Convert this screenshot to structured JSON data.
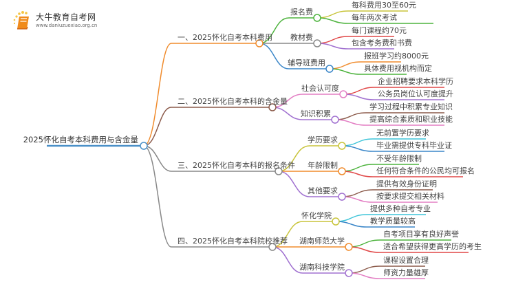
{
  "logo": {
    "title": "大牛教育自考网",
    "url": "www.daniuzuexiao.org.cn",
    "icon": "book-icon"
  },
  "mindmap": {
    "root": "2025怀化自考本科费用与含金量",
    "root_color": "#4a90c8",
    "branches": [
      {
        "label": "一、2025怀化自考本科费用",
        "color": "#f08b2c",
        "children": [
          {
            "label": "报名费",
            "color": "#4db33d",
            "leaves": [
              {
                "label": "每科费用30至60元",
                "color": "#c8c43a"
              },
              {
                "label": "每年两次考试",
                "color": "#4db33d"
              }
            ]
          },
          {
            "label": "教材费",
            "color": "#888888",
            "leaves": [
              {
                "label": "每门课程约70元",
                "color": "#e04646"
              },
              {
                "label": "包含考务费和书费",
                "color": "#a070d0"
              }
            ]
          },
          {
            "label": "辅导班费用",
            "color": "#3a86c8",
            "leaves": [
              {
                "label": "报班学习约8000元",
                "color": "#f08b2c"
              },
              {
                "label": "具体费用视机构而定",
                "color": "#4db33d"
              }
            ]
          }
        ]
      },
      {
        "label": "二、2025怀化自考本科的含金量",
        "color": "#8b5a4a",
        "children": [
          {
            "label": "社会认可度",
            "color": "#e37fc4",
            "leaves": [
              {
                "label": "企业招聘要求本科学历",
                "color": "#e04646"
              },
              {
                "label": "公务员岗位认可度提升",
                "color": "#a070d0"
              }
            ]
          },
          {
            "label": "知识积累",
            "color": "#a070d0",
            "leaves": [
              {
                "label": "学习过程中积累专业知识",
                "color": "#8b5a4a"
              },
              {
                "label": "提高综合素质和职业技能",
                "color": "#e37fc4"
              }
            ]
          }
        ]
      },
      {
        "label": "三、2025怀化自考本科的报名条件",
        "color": "#888888",
        "children": [
          {
            "label": "学历要求",
            "color": "#c8c43a",
            "leaves": [
              {
                "label": "无前置学历要求",
                "color": "#3cc4d8"
              },
              {
                "label": "毕业需提供专科毕业证",
                "color": "#3a86c8"
              }
            ]
          },
          {
            "label": "年龄限制",
            "color": "#f08b2c",
            "leaves": [
              {
                "label": "不受年龄限制",
                "color": "#4db33d"
              },
              {
                "label": "任何符合条件的公民均可报名",
                "color": "#e04646"
              }
            ]
          },
          {
            "label": "其他要求",
            "color": "#a070d0",
            "leaves": [
              {
                "label": "提供有效身份证明",
                "color": "#8b5a4a"
              },
              {
                "label": "按要求提交相关材料",
                "color": "#e37fc4"
              }
            ]
          }
        ]
      },
      {
        "label": "四、2025怀化自考本科院校推荐",
        "color": "#888888",
        "children": [
          {
            "label": "怀化学院",
            "color": "#c8c43a",
            "leaves": [
              {
                "label": "提供多种自考专业",
                "color": "#3cc4d8"
              },
              {
                "label": "教学质量较高",
                "color": "#3a86c8"
              }
            ]
          },
          {
            "label": "湖南师范大学",
            "color": "#f08b2c",
            "leaves": [
              {
                "label": "自考项目享有良好声誉",
                "color": "#4db33d"
              },
              {
                "label": "适合希望获得更高学历的考生",
                "color": "#e04646"
              }
            ]
          },
          {
            "label": "湖南科技学院",
            "color": "#a070d0",
            "leaves": [
              {
                "label": "课程设置合理",
                "color": "#8b5a4a"
              },
              {
                "label": "师资力量雄厚",
                "color": "#e37fc4"
              }
            ]
          }
        ]
      }
    ]
  }
}
